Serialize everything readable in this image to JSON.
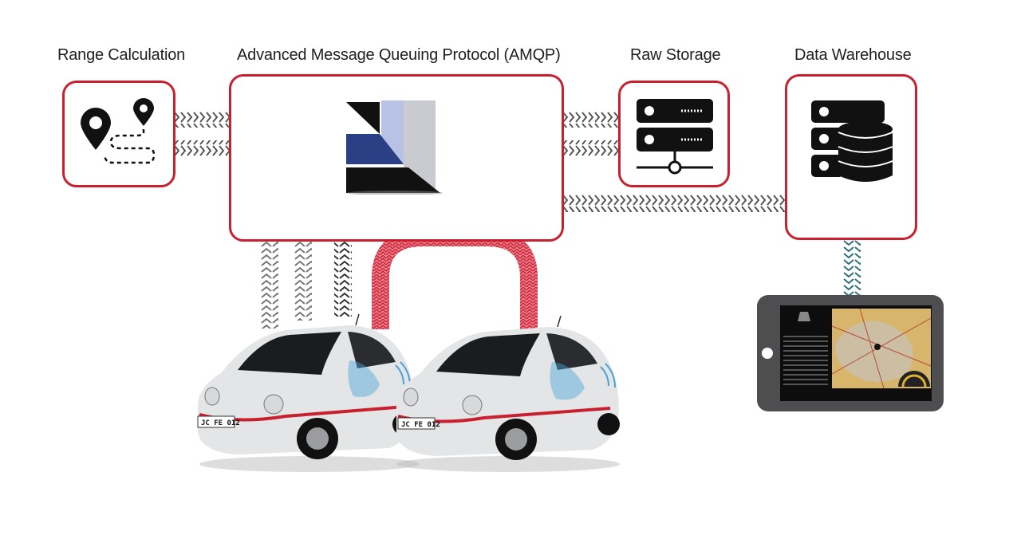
{
  "nodes": {
    "range": {
      "label": "Range Calculation"
    },
    "amqp": {
      "label": "Advanced Message Queuing Protocol (AMQP)"
    },
    "raw": {
      "label": "Raw Storage"
    },
    "warehouse": {
      "label": "Data Warehouse"
    }
  },
  "cars": [
    {
      "plate": "JC FE 012"
    },
    {
      "plate": "JC FE 012"
    }
  ],
  "colors": {
    "accent": "#c8202f",
    "connector_gray": "#555555",
    "connector_red": "#d3263a",
    "connector_teal": "#2f6f7a",
    "icon_dark": "#111111",
    "amqp_navy": "#2b3f84",
    "amqp_light_blue": "#b8c2e4",
    "amqp_gray": "#c9cbd0"
  },
  "icons": {
    "range": "map-pin-route-icon",
    "amqp": "amqp-logo-icon",
    "raw": "server-network-icon",
    "warehouse": "server-database-icon"
  }
}
